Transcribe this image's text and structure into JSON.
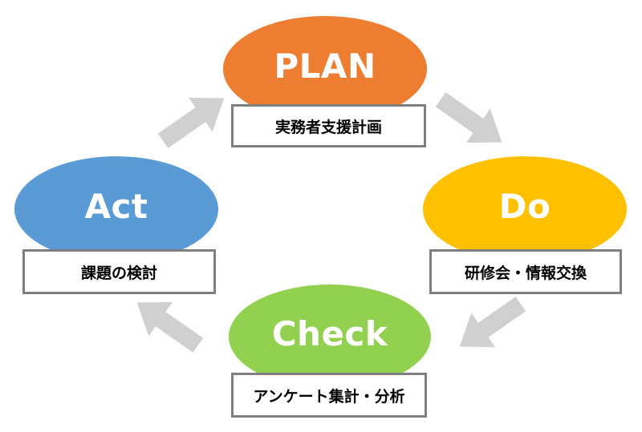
{
  "diagram": {
    "colors": {
      "plan": "#ED7D31",
      "do": "#FFC000",
      "check": "#92D050",
      "act": "#5B9BD5",
      "arrow": "#D0D0D0",
      "box_border": "#7F7F7F"
    },
    "nodes": {
      "plan": {
        "title": "PLAN",
        "label": "実務者支援計画"
      },
      "do": {
        "title": "Do",
        "label": "研修会・情報交換"
      },
      "check": {
        "title": "Check",
        "label": "アンケート集計・分析"
      },
      "act": {
        "title": "Act",
        "label": "課題の検討"
      }
    },
    "cycle": [
      "plan",
      "do",
      "check",
      "act"
    ]
  }
}
